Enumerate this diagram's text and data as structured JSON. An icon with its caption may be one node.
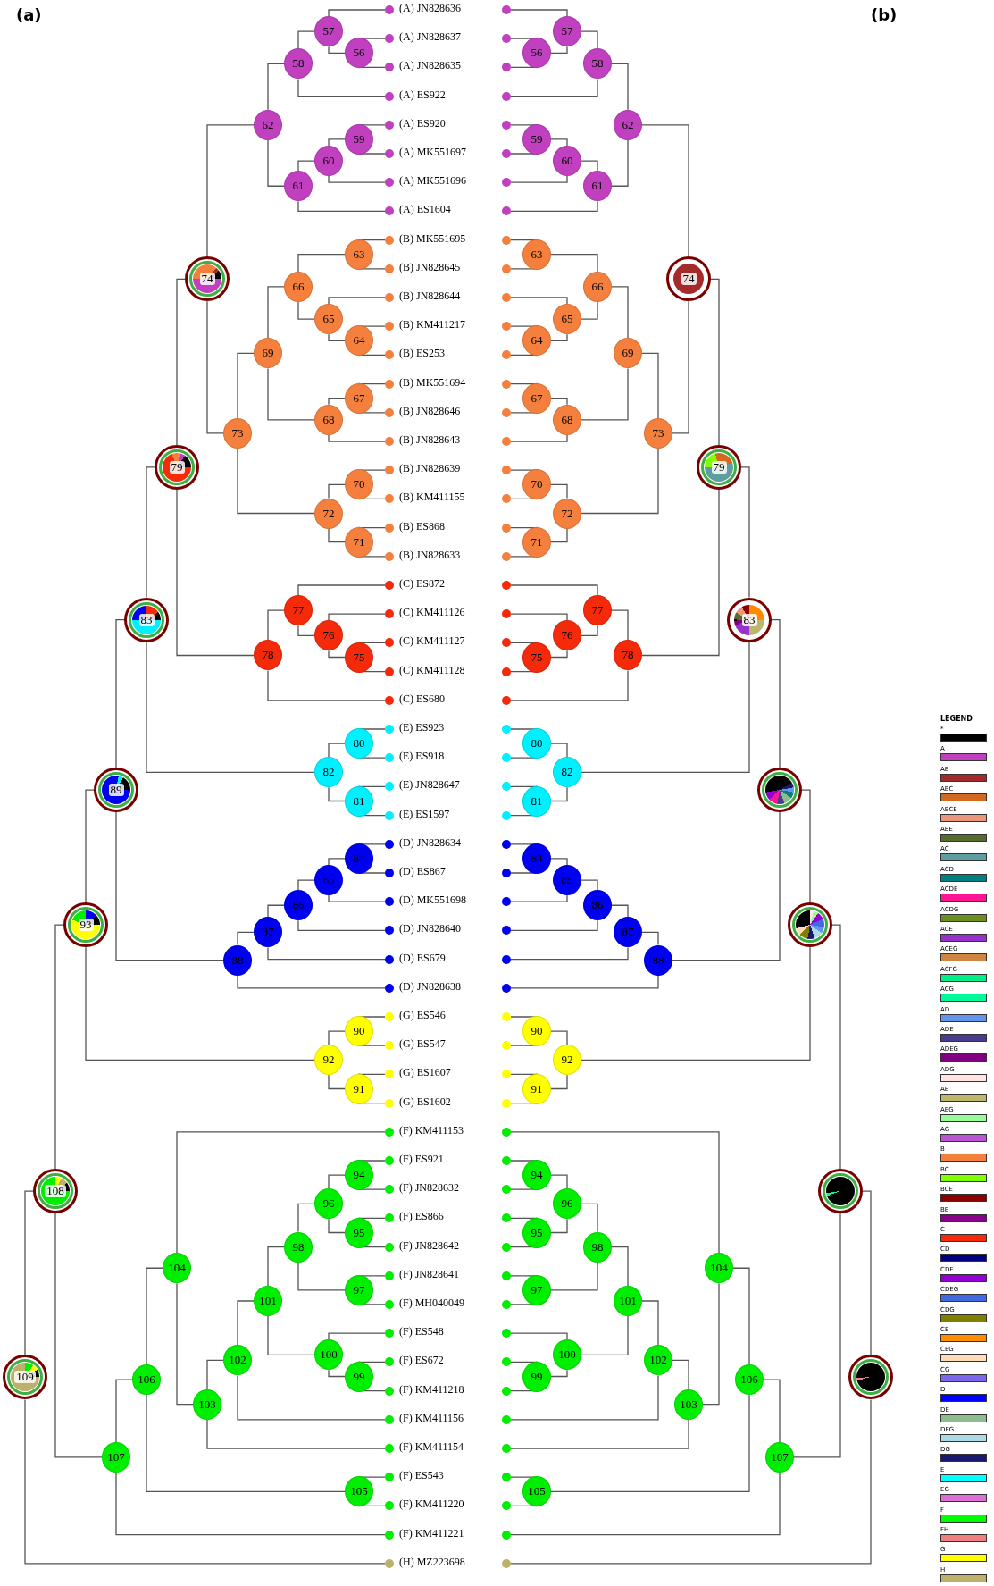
{
  "diagram": {
    "nodes": [
      {
        "text": [],
        "shape": "circle",
        "beside": [
          "(A) JN828636"
        ]
      },
      {
        "text": [],
        "shape": "circle",
        "beside": [
          "(A) JN828637"
        ]
      },
      {
        "text": [],
        "shape": "circle",
        "beside": [
          "(A) JN828635"
        ]
      },
      {
        "text": [],
        "shape": "circle",
        "beside": [
          "(A) ES922"
        ]
      },
      {
        "text": [],
        "shape": "circle",
        "beside": [
          "(A) ES920"
        ]
      },
      {
        "text": [],
        "shape": "circle",
        "beside": [
          "(A) MK551697"
        ]
      },
      {
        "text": [],
        "shape": "circle",
        "beside": [
          "(A) MK551696"
        ]
      },
      {
        "text": [],
        "shape": "circle",
        "beside": [
          "(A) ES1604"
        ]
      },
      {
        "text": [],
        "shape": "circle",
        "beside": [
          "(B) MK551695"
        ]
      },
      {
        "text": [],
        "shape": "circle",
        "beside": [
          "(B) JN828645"
        ]
      },
      {
        "text": [],
        "shape": "circle",
        "beside": [
          "(B) JN828644"
        ]
      },
      {
        "text": [],
        "shape": "circle",
        "beside": [
          "(B) KM411217"
        ]
      },
      {
        "text": [],
        "shape": "circle",
        "beside": [
          "(B) ES253"
        ]
      },
      {
        "text": [],
        "shape": "circle",
        "beside": [
          "(B) MK551694"
        ]
      },
      {
        "text": [],
        "shape": "circle",
        "beside": [
          "(B) JN828646"
        ]
      },
      {
        "text": [],
        "shape": "circle",
        "beside": [
          "(B) JN828643"
        ]
      },
      {
        "text": [],
        "shape": "circle",
        "beside": [
          "(B) JN828639"
        ]
      },
      {
        "text": [],
        "shape": "circle",
        "beside": [
          "(B) KM411155"
        ]
      },
      {
        "text": [],
        "shape": "circle",
        "beside": [
          "(B) ES868"
        ]
      },
      {
        "text": [],
        "shape": "circle",
        "beside": [
          "(B) JN828633"
        ]
      },
      {
        "text": [],
        "shape": "circle",
        "beside": [
          "(C) ES872"
        ]
      },
      {
        "text": [],
        "shape": "circle",
        "beside": [
          "(C) KM411126"
        ]
      },
      {
        "text": [],
        "shape": "circle",
        "beside": [
          "(C) KM411127"
        ]
      },
      {
        "text": [],
        "shape": "circle",
        "beside": [
          "(C) KM411128"
        ]
      },
      {
        "text": [],
        "shape": "circle",
        "beside": [
          "(C) ES680"
        ]
      },
      {
        "text": [],
        "shape": "circle",
        "beside": [
          "(E) ES923"
        ]
      },
      {
        "text": [],
        "shape": "circle",
        "beside": [
          "(E) ES918"
        ]
      },
      {
        "text": [],
        "shape": "circle",
        "beside": [
          "(E) JN828647"
        ]
      },
      {
        "text": [],
        "shape": "circle",
        "beside": [
          "(E) ES1597"
        ]
      },
      {
        "text": [],
        "shape": "circle",
        "beside": [
          "(D) JN828634"
        ]
      },
      {
        "text": [],
        "shape": "circle",
        "beside": [
          "(D) ES867"
        ]
      },
      {
        "text": [],
        "shape": "circle",
        "beside": [
          "(D) MK551698"
        ]
      },
      {
        "text": [],
        "shape": "circle",
        "beside": [
          "(D) JN828640"
        ]
      },
      {
        "text": [],
        "shape": "circle",
        "beside": [
          "(D) ES679"
        ]
      },
      {
        "text": [],
        "shape": "circle",
        "beside": [
          "(D) JN828638"
        ]
      },
      {
        "text": [],
        "shape": "circle",
        "beside": [
          "(G) ES546"
        ]
      },
      {
        "text": [],
        "shape": "circle",
        "beside": [
          "(G) ES547"
        ]
      },
      {
        "text": [],
        "shape": "circle",
        "beside": [
          "(G) ES1607"
        ]
      },
      {
        "text": [],
        "shape": "circle",
        "beside": [
          "(G) ES1602"
        ]
      },
      {
        "text": [],
        "shape": "circle",
        "beside": [
          "(F) KM411153"
        ]
      },
      {
        "text": [],
        "shape": "circle",
        "beside": [
          "(F) ES921"
        ]
      },
      {
        "text": [],
        "shape": "circle",
        "beside": [
          "(F) JN828632"
        ]
      },
      {
        "text": [],
        "shape": "circle",
        "beside": [
          "(F) ES866"
        ]
      },
      {
        "text": [],
        "shape": "circle",
        "beside": [
          "(F) JN828642"
        ]
      },
      {
        "text": [],
        "shape": "circle",
        "beside": [
          "(F) JN828641"
        ]
      },
      {
        "text": [],
        "shape": "circle",
        "beside": [
          "(F) MH040049"
        ]
      },
      {
        "text": [],
        "shape": "circle",
        "beside": [
          "(F) ES548"
        ]
      },
      {
        "text": [],
        "shape": "circle",
        "beside": [
          "(F) ES672"
        ]
      },
      {
        "text": [],
        "shape": "circle",
        "beside": [
          "(F) KM411218"
        ]
      },
      {
        "text": [],
        "shape": "circle",
        "beside": [
          "(F) KM411156"
        ]
      },
      {
        "text": [],
        "shape": "circle",
        "beside": [
          "(F) KM411154"
        ]
      },
      {
        "text": [],
        "shape": "circle",
        "beside": [
          "(F) ES543"
        ]
      },
      {
        "text": [],
        "shape": "circle",
        "beside": [
          "(F) KM411220"
        ]
      },
      {
        "text": [],
        "shape": "circle",
        "beside": [
          "(F) KM411221"
        ]
      },
      {
        "text": [],
        "shape": "circle",
        "beside": [
          "(H) MZ223698"
        ]
      },
      {
        "text": [],
        "shape": "circle"
      },
      {
        "text": [],
        "shape": "circle"
      },
      {
        "text": [],
        "shape": "circle"
      },
      {
        "text": [],
        "shape": "circle"
      },
      {
        "text": [],
        "shape": "circle"
      },
      {
        "text": [],
        "shape": "circle"
      },
      {
        "text": [],
        "shape": "circle"
      },
      {
        "text": [],
        "shape": "circle"
      },
      {
        "text": [],
        "shape": "circle"
      },
      {
        "text": [],
        "shape": "circle"
      },
      {
        "text": [],
        "shape": "circle"
      },
      {
        "text": [],
        "shape": "circle"
      },
      {
        "text": [],
        "shape": "circle"
      },
      {
        "text": [],
        "shape": "circle"
      },
      {
        "text": [],
        "shape": "circle"
      },
      {
        "text": [],
        "shape": "circle"
      },
      {
        "text": [],
        "shape": "circle"
      },
      {
        "text": [],
        "shape": "circle"
      },
      {
        "text": [],
        "shape": "circle"
      },
      {
        "text": [],
        "shape": "circle"
      },
      {
        "text": [],
        "shape": "circle"
      },
      {
        "text": [],
        "shape": "circle"
      },
      {
        "text": [],
        "shape": "circle"
      },
      {
        "text": [],
        "shape": "circle"
      },
      {
        "text": [],
        "shape": "circle"
      },
      {
        "text": [],
        "shape": "circle"
      },
      {
        "text": [],
        "shape": "circle"
      },
      {
        "text": [],
        "shape": "circle"
      },
      {
        "text": [],
        "shape": "circle"
      },
      {
        "text": [],
        "shape": "circle"
      },
      {
        "text": [],
        "shape": "circle"
      },
      {
        "text": [],
        "shape": "circle"
      },
      {
        "text": [],
        "shape": "circle"
      },
      {
        "text": [],
        "shape": "circle"
      },
      {
        "text": [],
        "shape": "circle"
      },
      {
        "text": [],
        "shape": "circle"
      },
      {
        "text": [],
        "shape": "circle"
      },
      {
        "text": [],
        "shape": "circle"
      },
      {
        "text": [],
        "shape": "circle"
      },
      {
        "text": [],
        "shape": "circle"
      },
      {
        "text": [],
        "shape": "circle"
      },
      {
        "text": [],
        "shape": "circle"
      },
      {
        "text": [],
        "shape": "circle"
      },
      {
        "text": [],
        "shape": "circle"
      },
      {
        "text": [],
        "shape": "circle"
      },
      {
        "text": [],
        "shape": "circle"
      },
      {
        "text": [],
        "shape": "circle"
      },
      {
        "text": [],
        "shape": "circle"
      },
      {
        "text": [],
        "shape": "circle"
      },
      {
        "text": [],
        "shape": "circle"
      },
      {
        "text": [],
        "shape": "circle"
      },
      {
        "text": [],
        "shape": "circle"
      },
      {
        "text": [],
        "shape": "circle"
      },
      {
        "text": [],
        "shape": "circle"
      },
      {
        "text": [],
        "shape": "circle"
      },
      {
        "text": [
          "56"
        ]
      },
      {
        "text": [
          "57"
        ]
      },
      {
        "text": [
          "58"
        ]
      },
      {
        "text": [
          "59"
        ]
      },
      {
        "text": [
          "60"
        ]
      },
      {
        "text": [
          "61"
        ]
      },
      {
        "text": [
          "62"
        ]
      },
      {
        "text": [
          "63"
        ]
      },
      {
        "text": [
          "64"
        ]
      },
      {
        "text": [
          "65"
        ]
      },
      {
        "text": [
          "66"
        ]
      },
      {
        "text": [
          "67"
        ]
      },
      {
        "text": [
          "68"
        ]
      },
      {
        "text": [
          "69"
        ]
      },
      {
        "text": [
          "70"
        ]
      },
      {
        "text": [
          "71"
        ]
      },
      {
        "text": [
          "72"
        ]
      },
      {
        "text": [
          "73"
        ]
      },
      {
        "text": [
          "74"
        ]
      },
      {
        "text": [
          "75"
        ]
      },
      {
        "text": [
          "76"
        ]
      },
      {
        "text": [
          "77"
        ]
      },
      {
        "text": [
          "78"
        ]
      },
      {
        "text": [
          "79"
        ]
      },
      {
        "text": [
          "80"
        ]
      },
      {
        "text": [
          "81"
        ]
      },
      {
        "text": [
          "82"
        ]
      },
      {
        "text": [
          "83"
        ]
      },
      {
        "text": [
          "84"
        ]
      },
      {
        "text": [
          "85"
        ]
      },
      {
        "text": [
          "86"
        ]
      },
      {
        "text": [
          "87"
        ]
      },
      {
        "text": [
          "88"
        ]
      },
      {
        "text": [
          "89"
        ]
      },
      {
        "text": [
          "90"
        ]
      },
      {
        "text": [
          "91"
        ]
      },
      {
        "text": [
          "92"
        ]
      },
      {
        "text": [
          "93"
        ]
      },
      {
        "text": [
          "94"
        ]
      },
      {
        "text": [
          "95"
        ]
      },
      {
        "text": [
          "96"
        ]
      },
      {
        "text": [
          "97"
        ]
      },
      {
        "text": [
          "98"
        ]
      },
      {
        "text": [
          "99"
        ]
      },
      {
        "text": [
          "100"
        ]
      },
      {
        "text": [
          "101"
        ]
      },
      {
        "text": [
          "102"
        ]
      },
      {
        "text": [
          "103"
        ]
      },
      {
        "text": [
          "104"
        ]
      },
      {
        "text": [
          "105"
        ]
      },
      {
        "text": [
          "106"
        ]
      },
      {
        "text": [
          "107"
        ]
      },
      {
        "text": [
          "108"
        ]
      },
      {
        "text": [
          "109"
        ]
      },
      {
        "text": [
          "56"
        ]
      },
      {
        "text": [
          "57"
        ]
      },
      {
        "text": [
          "58"
        ]
      },
      {
        "text": [
          "59"
        ]
      },
      {
        "text": [
          "60"
        ]
      },
      {
        "text": [
          "61"
        ]
      },
      {
        "text": [
          "62"
        ]
      },
      {
        "text": [
          "63"
        ]
      },
      {
        "text": [
          "64"
        ]
      },
      {
        "text": [
          "65"
        ]
      },
      {
        "text": [
          "66"
        ]
      },
      {
        "text": [
          "67"
        ]
      },
      {
        "text": [
          "68"
        ]
      },
      {
        "text": [
          "69"
        ]
      },
      {
        "text": [
          "70"
        ]
      },
      {
        "text": [
          "71"
        ]
      },
      {
        "text": [
          "72"
        ]
      },
      {
        "text": [
          "73"
        ]
      },
      {
        "text": [
          "74"
        ]
      },
      {
        "text": [
          "75"
        ]
      },
      {
        "text": [
          "76"
        ]
      },
      {
        "text": [
          "77"
        ]
      },
      {
        "text": [
          "78"
        ]
      },
      {
        "text": [
          "79"
        ]
      },
      {
        "text": [
          "80"
        ]
      },
      {
        "text": [
          "81"
        ]
      },
      {
        "text": [
          "82"
        ]
      },
      {
        "text": [
          "83"
        ]
      },
      {
        "text": [
          "84"
        ]
      },
      {
        "text": [
          "85"
        ]
      },
      {
        "text": [
          "86"
        ]
      },
      {
        "text": [
          "87"
        ]
      },
      {
        "text": [
          "88"
        ]
      },
      {
        "text": [],
        "shape": "circle"
      },
      {
        "text": [
          "90"
        ]
      },
      {
        "text": [
          "91"
        ]
      },
      {
        "text": [
          "92"
        ]
      },
      {
        "text": [],
        "shape": "circle"
      },
      {
        "text": [
          "94"
        ]
      },
      {
        "text": [
          "95"
        ]
      },
      {
        "text": [
          "96"
        ]
      },
      {
        "text": [
          "97"
        ]
      },
      {
        "text": [
          "98"
        ]
      },
      {
        "text": [
          "99"
        ]
      },
      {
        "text": [
          "100"
        ]
      },
      {
        "text": [
          "101"
        ]
      },
      {
        "text": [
          "102"
        ]
      },
      {
        "text": [
          "103"
        ]
      },
      {
        "text": [
          "104"
        ]
      },
      {
        "text": [
          "105"
        ]
      },
      {
        "text": [
          "106"
        ]
      },
      {
        "text": [
          "107"
        ]
      },
      {
        "text": [],
        "shape": "circle"
      },
      {
        "text": [],
        "shape": "circle"
      }
    ],
    "edges": [
      {
        "from": 110,
        "to": 1,
        "arrow": "none"
      },
      {
        "from": 110,
        "to": 2,
        "arrow": "none"
      },
      {
        "from": 111,
        "to": 0,
        "arrow": "none"
      },
      {
        "from": 111,
        "to": 110,
        "arrow": "none"
      },
      {
        "from": 112,
        "to": 111,
        "arrow": "none"
      },
      {
        "from": 112,
        "to": 3,
        "arrow": "none"
      },
      {
        "from": 113,
        "to": 4,
        "arrow": "none"
      },
      {
        "from": 113,
        "to": 5,
        "arrow": "none"
      },
      {
        "from": 114,
        "to": 113,
        "arrow": "none"
      },
      {
        "from": 114,
        "to": 6,
        "arrow": "none"
      },
      {
        "from": 115,
        "to": 114,
        "arrow": "none"
      },
      {
        "from": 115,
        "to": 7,
        "arrow": "none"
      },
      {
        "from": 116,
        "to": 112,
        "arrow": "none"
      },
      {
        "from": 116,
        "to": 115,
        "arrow": "none"
      },
      {
        "from": 117,
        "to": 8,
        "arrow": "none"
      },
      {
        "from": 117,
        "to": 9,
        "arrow": "none"
      },
      {
        "from": 118,
        "to": 11,
        "arrow": "none"
      },
      {
        "from": 118,
        "to": 12,
        "arrow": "none"
      },
      {
        "from": 119,
        "to": 10,
        "arrow": "none"
      },
      {
        "from": 119,
        "to": 118,
        "arrow": "none"
      },
      {
        "from": 120,
        "to": 117,
        "arrow": "none"
      },
      {
        "from": 120,
        "to": 119,
        "arrow": "none"
      },
      {
        "from": 121,
        "to": 13,
        "arrow": "none"
      },
      {
        "from": 121,
        "to": 14,
        "arrow": "none"
      },
      {
        "from": 122,
        "to": 121,
        "arrow": "none"
      },
      {
        "from": 122,
        "to": 15,
        "arrow": "none"
      },
      {
        "from": 123,
        "to": 120,
        "arrow": "none"
      },
      {
        "from": 123,
        "to": 122,
        "arrow": "none"
      },
      {
        "from": 124,
        "to": 16,
        "arrow": "none"
      },
      {
        "from": 124,
        "to": 17,
        "arrow": "none"
      },
      {
        "from": 125,
        "to": 18,
        "arrow": "none"
      },
      {
        "from": 125,
        "to": 19,
        "arrow": "none"
      },
      {
        "from": 126,
        "to": 124,
        "arrow": "none"
      },
      {
        "from": 126,
        "to": 125,
        "arrow": "none"
      },
      {
        "from": 127,
        "to": 123,
        "arrow": "none"
      },
      {
        "from": 127,
        "to": 126,
        "arrow": "none"
      },
      {
        "from": 128,
        "to": 116,
        "arrow": "none"
      },
      {
        "from": 128,
        "to": 127,
        "arrow": "none"
      },
      {
        "from": 129,
        "to": 22,
        "arrow": "none"
      },
      {
        "from": 129,
        "to": 23,
        "arrow": "none"
      },
      {
        "from": 130,
        "to": 21,
        "arrow": "none"
      },
      {
        "from": 130,
        "to": 129,
        "arrow": "none"
      },
      {
        "from": 131,
        "to": 20,
        "arrow": "none"
      },
      {
        "from": 131,
        "to": 130,
        "arrow": "none"
      },
      {
        "from": 132,
        "to": 131,
        "arrow": "none"
      },
      {
        "from": 132,
        "to": 24,
        "arrow": "none"
      },
      {
        "from": 133,
        "to": 128,
        "arrow": "none"
      },
      {
        "from": 133,
        "to": 132,
        "arrow": "none"
      },
      {
        "from": 134,
        "to": 25,
        "arrow": "none"
      },
      {
        "from": 134,
        "to": 26,
        "arrow": "none"
      },
      {
        "from": 135,
        "to": 27,
        "arrow": "none"
      },
      {
        "from": 135,
        "to": 28,
        "arrow": "none"
      },
      {
        "from": 136,
        "to": 134,
        "arrow": "none"
      },
      {
        "from": 136,
        "to": 135,
        "arrow": "none"
      },
      {
        "from": 137,
        "to": 133,
        "arrow": "none"
      },
      {
        "from": 137,
        "to": 136,
        "arrow": "none"
      },
      {
        "from": 138,
        "to": 29,
        "arrow": "none"
      },
      {
        "from": 138,
        "to": 30,
        "arrow": "none"
      },
      {
        "from": 139,
        "to": 138,
        "arrow": "none"
      },
      {
        "from": 139,
        "to": 31,
        "arrow": "none"
      },
      {
        "from": 140,
        "to": 139,
        "arrow": "none"
      },
      {
        "from": 140,
        "to": 32,
        "arrow": "none"
      },
      {
        "from": 141,
        "to": 140,
        "arrow": "none"
      },
      {
        "from": 141,
        "to": 33,
        "arrow": "none"
      },
      {
        "from": 142,
        "to": 141,
        "arrow": "none"
      },
      {
        "from": 142,
        "to": 34,
        "arrow": "none"
      },
      {
        "from": 143,
        "to": 137,
        "arrow": "none"
      },
      {
        "from": 143,
        "to": 142,
        "arrow": "none"
      },
      {
        "from": 144,
        "to": 35,
        "arrow": "none"
      },
      {
        "from": 144,
        "to": 36,
        "arrow": "none"
      },
      {
        "from": 145,
        "to": 37,
        "arrow": "none"
      },
      {
        "from": 145,
        "to": 38,
        "arrow": "none"
      },
      {
        "from": 146,
        "to": 144,
        "arrow": "none"
      },
      {
        "from": 146,
        "to": 145,
        "arrow": "none"
      },
      {
        "from": 147,
        "to": 143,
        "arrow": "none"
      },
      {
        "from": 147,
        "to": 146,
        "arrow": "none"
      },
      {
        "from": 148,
        "to": 40,
        "arrow": "none"
      },
      {
        "from": 148,
        "to": 41,
        "arrow": "none"
      },
      {
        "from": 149,
        "to": 42,
        "arrow": "none"
      },
      {
        "from": 149,
        "to": 43,
        "arrow": "none"
      },
      {
        "from": 150,
        "to": 148,
        "arrow": "none"
      },
      {
        "from": 150,
        "to": 149,
        "arrow": "none"
      },
      {
        "from": 151,
        "to": 44,
        "arrow": "none"
      },
      {
        "from": 151,
        "to": 45,
        "arrow": "none"
      },
      {
        "from": 152,
        "to": 150,
        "arrow": "none"
      },
      {
        "from": 152,
        "to": 151,
        "arrow": "none"
      },
      {
        "from": 153,
        "to": 47,
        "arrow": "none"
      },
      {
        "from": 153,
        "to": 48,
        "arrow": "none"
      },
      {
        "from": 154,
        "to": 46,
        "arrow": "none"
      },
      {
        "from": 154,
        "to": 153,
        "arrow": "none"
      },
      {
        "from": 155,
        "to": 152,
        "arrow": "none"
      },
      {
        "from": 155,
        "to": 154,
        "arrow": "none"
      },
      {
        "from": 156,
        "to": 155,
        "arrow": "none"
      },
      {
        "from": 156,
        "to": 49,
        "arrow": "none"
      },
      {
        "from": 157,
        "to": 156,
        "arrow": "none"
      },
      {
        "from": 157,
        "to": 50,
        "arrow": "none"
      },
      {
        "from": 158,
        "to": 39,
        "arrow": "none"
      },
      {
        "from": 158,
        "to": 157,
        "arrow": "none"
      },
      {
        "from": 159,
        "to": 51,
        "arrow": "none"
      },
      {
        "from": 159,
        "to": 52,
        "arrow": "none"
      },
      {
        "from": 160,
        "to": 158,
        "arrow": "none"
      },
      {
        "from": 160,
        "to": 159,
        "arrow": "none"
      },
      {
        "from": 161,
        "to": 160,
        "arrow": "none"
      },
      {
        "from": 161,
        "to": 53,
        "arrow": "none"
      },
      {
        "from": 162,
        "to": 147,
        "arrow": "none"
      },
      {
        "from": 162,
        "to": 161,
        "arrow": "none"
      },
      {
        "from": 163,
        "to": 162,
        "arrow": "none"
      },
      {
        "from": 163,
        "to": 54,
        "arrow": "none"
      },
      {
        "from": 164,
        "to": 56,
        "arrow": "none"
      },
      {
        "from": 164,
        "to": 57,
        "arrow": "none"
      },
      {
        "from": 165,
        "to": 55,
        "arrow": "none"
      },
      {
        "from": 165,
        "to": 164,
        "arrow": "none"
      },
      {
        "from": 166,
        "to": 165,
        "arrow": "none"
      },
      {
        "from": 166,
        "to": 58,
        "arrow": "none"
      },
      {
        "from": 167,
        "to": 59,
        "arrow": "none"
      },
      {
        "from": 167,
        "to": 60,
        "arrow": "none"
      },
      {
        "from": 168,
        "to": 167,
        "arrow": "none"
      },
      {
        "from": 168,
        "to": 61,
        "arrow": "none"
      },
      {
        "from": 169,
        "to": 168,
        "arrow": "none"
      },
      {
        "from": 169,
        "to": 62,
        "arrow": "none"
      },
      {
        "from": 170,
        "to": 166,
        "arrow": "none"
      },
      {
        "from": 170,
        "to": 169,
        "arrow": "none"
      },
      {
        "from": 171,
        "to": 63,
        "arrow": "none"
      },
      {
        "from": 171,
        "to": 64,
        "arrow": "none"
      },
      {
        "from": 172,
        "to": 66,
        "arrow": "none"
      },
      {
        "from": 172,
        "to": 67,
        "arrow": "none"
      },
      {
        "from": 173,
        "to": 65,
        "arrow": "none"
      },
      {
        "from": 173,
        "to": 172,
        "arrow": "none"
      },
      {
        "from": 174,
        "to": 171,
        "arrow": "none"
      },
      {
        "from": 174,
        "to": 173,
        "arrow": "none"
      },
      {
        "from": 175,
        "to": 68,
        "arrow": "none"
      },
      {
        "from": 175,
        "to": 69,
        "arrow": "none"
      },
      {
        "from": 176,
        "to": 175,
        "arrow": "none"
      },
      {
        "from": 176,
        "to": 70,
        "arrow": "none"
      },
      {
        "from": 177,
        "to": 174,
        "arrow": "none"
      },
      {
        "from": 177,
        "to": 176,
        "arrow": "none"
      },
      {
        "from": 178,
        "to": 71,
        "arrow": "none"
      },
      {
        "from": 178,
        "to": 72,
        "arrow": "none"
      },
      {
        "from": 179,
        "to": 73,
        "arrow": "none"
      },
      {
        "from": 179,
        "to": 74,
        "arrow": "none"
      },
      {
        "from": 180,
        "to": 178,
        "arrow": "none"
      },
      {
        "from": 180,
        "to": 179,
        "arrow": "none"
      },
      {
        "from": 181,
        "to": 177,
        "arrow": "none"
      },
      {
        "from": 181,
        "to": 180,
        "arrow": "none"
      },
      {
        "from": 182,
        "to": 170,
        "arrow": "none"
      },
      {
        "from": 182,
        "to": 181,
        "arrow": "none"
      },
      {
        "from": 183,
        "to": 77,
        "arrow": "none"
      },
      {
        "from": 183,
        "to": 78,
        "arrow": "none"
      },
      {
        "from": 184,
        "to": 76,
        "arrow": "none"
      },
      {
        "from": 184,
        "to": 183,
        "arrow": "none"
      },
      {
        "from": 185,
        "to": 75,
        "arrow": "none"
      },
      {
        "from": 185,
        "to": 184,
        "arrow": "none"
      },
      {
        "from": 186,
        "to": 185,
        "arrow": "none"
      },
      {
        "from": 186,
        "to": 79,
        "arrow": "none"
      },
      {
        "from": 187,
        "to": 182,
        "arrow": "none"
      },
      {
        "from": 187,
        "to": 186,
        "arrow": "none"
      },
      {
        "from": 188,
        "to": 80,
        "arrow": "none"
      },
      {
        "from": 188,
        "to": 81,
        "arrow": "none"
      },
      {
        "from": 189,
        "to": 82,
        "arrow": "none"
      },
      {
        "from": 189,
        "to": 83,
        "arrow": "none"
      },
      {
        "from": 190,
        "to": 188,
        "arrow": "none"
      },
      {
        "from": 190,
        "to": 189,
        "arrow": "none"
      },
      {
        "from": 191,
        "to": 187,
        "arrow": "none"
      },
      {
        "from": 191,
        "to": 190,
        "arrow": "none"
      },
      {
        "from": 192,
        "to": 84,
        "arrow": "none"
      },
      {
        "from": 192,
        "to": 85,
        "arrow": "none"
      },
      {
        "from": 193,
        "to": 192,
        "arrow": "none"
      },
      {
        "from": 193,
        "to": 86,
        "arrow": "none"
      },
      {
        "from": 194,
        "to": 193,
        "arrow": "none"
      },
      {
        "from": 194,
        "to": 87,
        "arrow": "none"
      },
      {
        "from": 195,
        "to": 194,
        "arrow": "none"
      },
      {
        "from": 195,
        "to": 88,
        "arrow": "none"
      },
      {
        "from": 196,
        "to": 195,
        "arrow": "none"
      },
      {
        "from": 196,
        "to": 89,
        "arrow": "none"
      },
      {
        "from": 197,
        "to": 191,
        "arrow": "none"
      },
      {
        "from": 197,
        "to": 196,
        "arrow": "none"
      },
      {
        "from": 198,
        "to": 90,
        "arrow": "none"
      },
      {
        "from": 198,
        "to": 91,
        "arrow": "none"
      },
      {
        "from": 199,
        "to": 92,
        "arrow": "none"
      },
      {
        "from": 199,
        "to": 93,
        "arrow": "none"
      },
      {
        "from": 200,
        "to": 198,
        "arrow": "none"
      },
      {
        "from": 200,
        "to": 199,
        "arrow": "none"
      },
      {
        "from": 201,
        "to": 197,
        "arrow": "none"
      },
      {
        "from": 201,
        "to": 200,
        "arrow": "none"
      },
      {
        "from": 202,
        "to": 95,
        "arrow": "none"
      },
      {
        "from": 202,
        "to": 96,
        "arrow": "none"
      },
      {
        "from": 203,
        "to": 97,
        "arrow": "none"
      },
      {
        "from": 203,
        "to": 98,
        "arrow": "none"
      },
      {
        "from": 204,
        "to": 202,
        "arrow": "none"
      },
      {
        "from": 204,
        "to": 203,
        "arrow": "none"
      },
      {
        "from": 205,
        "to": 99,
        "arrow": "none"
      },
      {
        "from": 205,
        "to": 100,
        "arrow": "none"
      },
      {
        "from": 206,
        "to": 204,
        "arrow": "none"
      },
      {
        "from": 206,
        "to": 205,
        "arrow": "none"
      },
      {
        "from": 207,
        "to": 102,
        "arrow": "none"
      },
      {
        "from": 207,
        "to": 103,
        "arrow": "none"
      },
      {
        "from": 208,
        "to": 101,
        "arrow": "none"
      },
      {
        "from": 208,
        "to": 207,
        "arrow": "none"
      },
      {
        "from": 209,
        "to": 206,
        "arrow": "none"
      },
      {
        "from": 209,
        "to": 208,
        "arrow": "none"
      },
      {
        "from": 210,
        "to": 209,
        "arrow": "none"
      },
      {
        "from": 210,
        "to": 104,
        "arrow": "none"
      },
      {
        "from": 211,
        "to": 210,
        "arrow": "none"
      },
      {
        "from": 211,
        "to": 105,
        "arrow": "none"
      },
      {
        "from": 212,
        "to": 94,
        "arrow": "none"
      },
      {
        "from": 212,
        "to": 211,
        "arrow": "none"
      },
      {
        "from": 213,
        "to": 106,
        "arrow": "none"
      },
      {
        "from": 213,
        "to": 107,
        "arrow": "none"
      },
      {
        "from": 214,
        "to": 212,
        "arrow": "none"
      },
      {
        "from": 214,
        "to": 213,
        "arrow": "none"
      },
      {
        "from": 215,
        "to": 214,
        "arrow": "none"
      },
      {
        "from": 215,
        "to": 108,
        "arrow": "none"
      },
      {
        "from": 216,
        "to": 201,
        "arrow": "none"
      },
      {
        "from": 216,
        "to": 215,
        "arrow": "none"
      },
      {
        "from": 217,
        "to": 216,
        "arrow": "none"
      },
      {
        "from": 217,
        "to": 109,
        "arrow": "none"
      }
    ],
    "labels": [
      "(a)",
      "(b)",
      "LEGEND"
    ],
    "legend": [
      {
        "text": "*",
        "color": "#000000"
      },
      {
        "text": "A",
        "color": "#c040c0"
      },
      {
        "text": "AB",
        "color": "#a52a2a"
      },
      {
        "text": "ABC",
        "color": "#d2691e"
      },
      {
        "text": "ABCE",
        "color": "#e9967a"
      },
      {
        "text": "ABE",
        "color": "#556b2f"
      },
      {
        "text": "AC",
        "color": "#5f9ea0"
      },
      {
        "text": "ACD",
        "color": "#008080"
      },
      {
        "text": "ACDE",
        "color": "#ff1493"
      },
      {
        "text": "ACDG",
        "color": "#6b8e23"
      },
      {
        "text": "ACE",
        "color": "#9932cc"
      },
      {
        "text": "ACEG",
        "color": "#cd853f"
      },
      {
        "text": "ACFG",
        "color": "#00ee88"
      },
      {
        "text": "ACG",
        "color": "#00fa9a"
      },
      {
        "text": "AD",
        "color": "#6495ed"
      },
      {
        "text": "ADE",
        "color": "#483d8b"
      },
      {
        "text": "ADEG",
        "color": "#800080"
      },
      {
        "text": "ADG",
        "color": "#ffe4e1"
      },
      {
        "text": "AE",
        "color": "#bdb76b"
      },
      {
        "text": "AEG",
        "color": "#98fb98"
      },
      {
        "text": "AG",
        "color": "#ba55d3"
      },
      {
        "text": "B",
        "color": "#f5803e"
      },
      {
        "text": "BC",
        "color": "#7fff00"
      },
      {
        "text": "BCE",
        "color": "#8b0000"
      },
      {
        "text": "BE",
        "color": "#8b008b"
      },
      {
        "text": "C",
        "color": "#f52a0a"
      },
      {
        "text": "CD",
        "color": "#000080"
      },
      {
        "text": "CDE",
        "color": "#9400d3"
      },
      {
        "text": "CDEG",
        "color": "#4169e1"
      },
      {
        "text": "CDG",
        "color": "#808000"
      },
      {
        "text": "CE",
        "color": "#ff8c00"
      },
      {
        "text": "CEG",
        "color": "#ffdab9"
      },
      {
        "text": "CG",
        "color": "#7b68ee"
      },
      {
        "text": "D",
        "color": "#0000ff"
      },
      {
        "text": "DE",
        "color": "#8fbc8f"
      },
      {
        "text": "DEG",
        "color": "#add8e6"
      },
      {
        "text": "DG",
        "color": "#191970"
      },
      {
        "text": "E",
        "color": "#00ffff"
      },
      {
        "text": "EG",
        "color": "#da70d6"
      },
      {
        "text": "F",
        "color": "#00ff00"
      },
      {
        "text": "FH",
        "color": "#f08080"
      },
      {
        "text": "G",
        "color": "#ffff00"
      },
      {
        "text": "H",
        "color": "#bdb06b"
      }
    ]
  }
}
